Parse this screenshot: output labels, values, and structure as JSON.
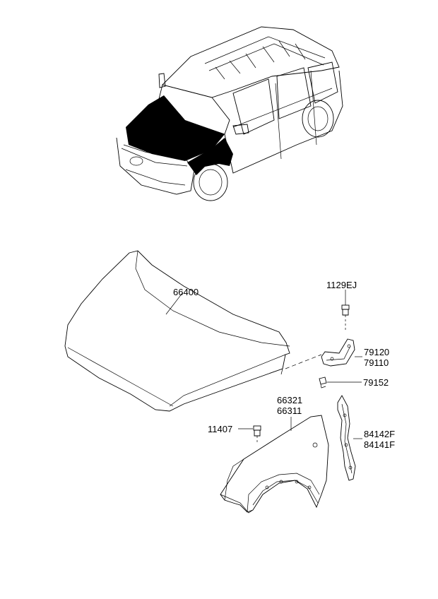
{
  "diagram": {
    "colors": {
      "line": "#000000",
      "background": "#ffffff",
      "highlight": "#000000"
    },
    "vehicle": {
      "icon": "suv-vehicle-illustration"
    },
    "parts": {
      "hood": {
        "number": "66400"
      },
      "hinge_bolt": {
        "number": "1129EJ"
      },
      "hinge": {
        "numbers": [
          "79120",
          "79110"
        ]
      },
      "hinge_nut": {
        "number": "79152"
      },
      "fender_bolt": {
        "number": "11407"
      },
      "fender": {
        "numbers": [
          "66321",
          "66311"
        ]
      },
      "fender_bracket": {
        "numbers": [
          "84142F",
          "84141F"
        ]
      }
    }
  }
}
